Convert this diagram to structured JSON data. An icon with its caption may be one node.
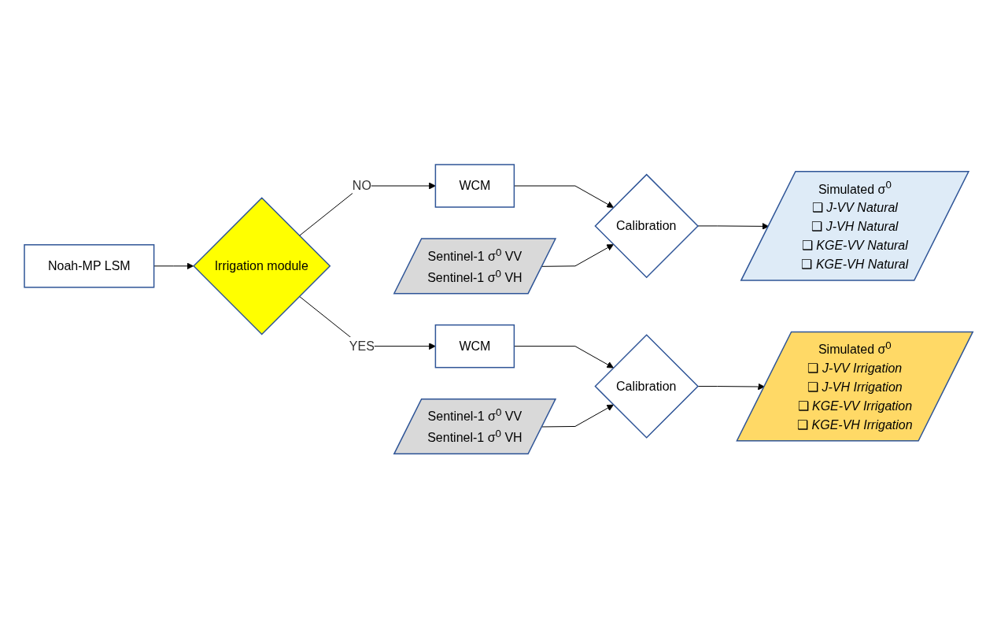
{
  "diagram": {
    "nodes": [
      {
        "text": [
          "Noah-MP LSM"
        ]
      },
      {
        "text": [
          "Irrigation module"
        ]
      },
      {
        "text": [
          "WCM"
        ]
      },
      {
        "text": [
          "Sentinel-1 σ$^{0}$ VV",
          "Sentinel-1 σ$^{0}$ VH"
        ]
      },
      {
        "text": [
          "Calibration"
        ]
      },
      {
        "text": [
          "Simulated σ$^{0}$",
          "❑ *J-VV Natural*",
          "❑ *J-VH Natural*",
          "❑ *KGE-VV Natural*",
          "❑ *KGE-VH Natural*"
        ]
      },
      {
        "text": [
          "WCM"
        ]
      },
      {
        "text": [
          "Calibration"
        ]
      },
      {
        "text": [
          "Simulated σ$^{0}$",
          "❑ *J-VV Irrigation*",
          "❑ *J-VH Irrigation*",
          "❑ *KGE-VV Irrigation*",
          "❑ *KGE-VH Irrigation*"
        ]
      },
      {
        "text": [
          "Sentinel-1 σ$^{0}$ VV",
          "Sentinel-1 σ$^{0}$ VH"
        ]
      }
    ],
    "edges": [
      {
        "from": 0,
        "to": 1,
        "arrow": "to"
      },
      {
        "from": 1,
        "to": 2,
        "arrow": "to",
        "label": "NO"
      },
      {
        "from": 1,
        "to": 6,
        "arrow": "to",
        "label": "YES"
      },
      {
        "from": 2,
        "to": 4,
        "arrow": "to"
      },
      {
        "from": 3,
        "to": 4,
        "arrow": "to"
      },
      {
        "from": 4,
        "to": 5,
        "arrow": "to"
      },
      {
        "from": 6,
        "to": 7,
        "arrow": "to"
      },
      {
        "from": 9,
        "to": 7,
        "arrow": "to"
      },
      {
        "from": 7,
        "to": 8,
        "arrow": "to"
      }
    ]
  }
}
